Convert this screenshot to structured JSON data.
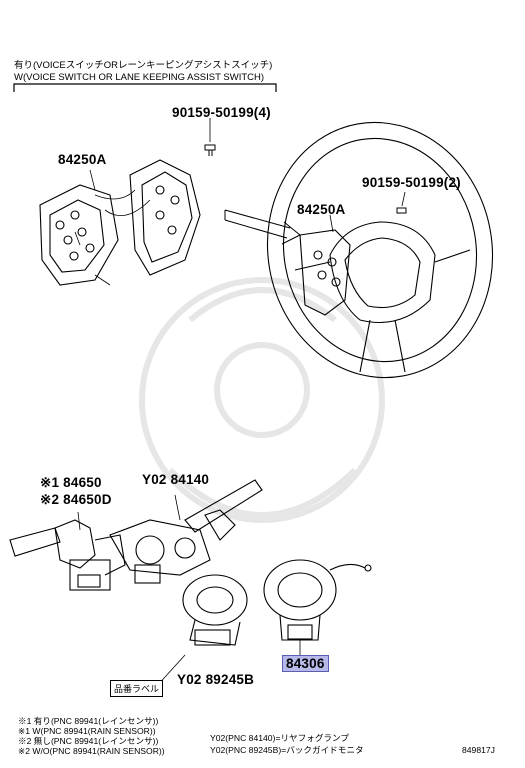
{
  "header": {
    "line1": "有り(VOICEスイッチORレーンキーピングアシストスイッチ)",
    "line2": "W(VOICE SWITCH OR LANE KEEPING ASSIST SWITCH)"
  },
  "parts": {
    "screw_left": "90159-50199(4)",
    "switch_left": "84250A",
    "screw_right": "90159-50199(2)",
    "switch_right": "84250A",
    "combo_switch_a": "※1 84650",
    "combo_switch_b": "※2 84650D",
    "wiper_switch": "Y02 84140",
    "spiral_sub": "Y02 89245B",
    "spiral_cable": "84306",
    "label_tag": "品番ラベル"
  },
  "highlight_color": "#b7b9ea",
  "notes": {
    "n1": "※1 有り(PNC 89941(レインセンサ))",
    "n2": "※1 W(PNC 89941(RAIN SENSOR))",
    "n3": "※2 無し(PNC 89941(レインセンサ))",
    "n4": "※2 W/O(PNC 89941(RAIN SENSOR))",
    "y1": "Y02(PNC 84140)=リヤフォグランプ",
    "y2": "Y02(PNC 89245B)=バックガイドモニタ",
    "code": "849817J"
  }
}
